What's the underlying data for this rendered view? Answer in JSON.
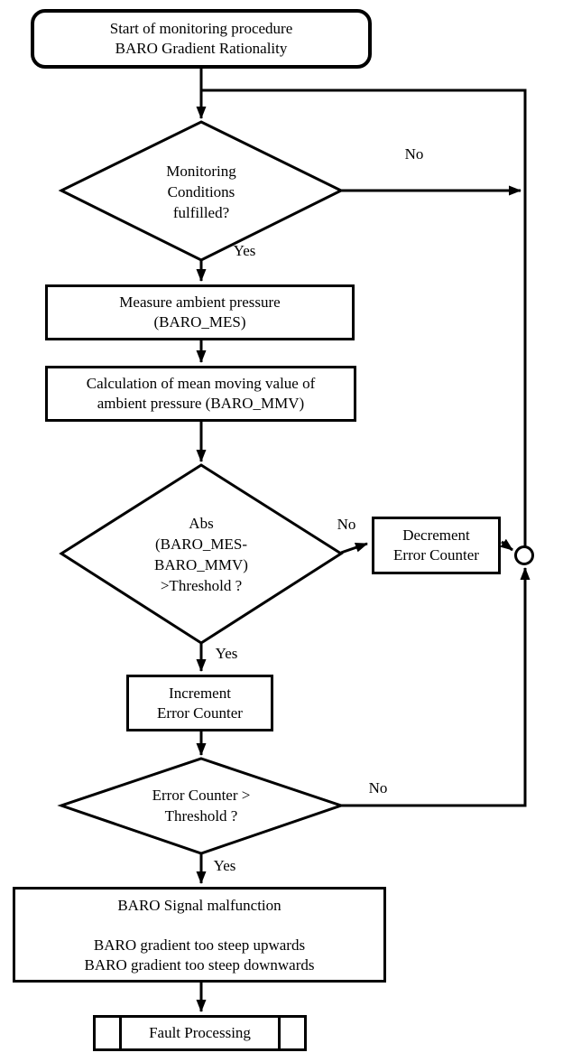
{
  "flowchart": {
    "nodes": {
      "start": "Start of monitoring procedure\nBARO Gradient Rationality",
      "monitoring_conditions": "Monitoring\nConditions\nfulfilled?",
      "measure_pressure": "Measure ambient pressure\n(BARO_MES)",
      "calc_mean_moving": "Calculation of mean moving value of\nambient pressure (BARO_MMV)",
      "abs_check": "Abs\n(BARO_MES-\nBARO_MMV)\n>Threshold ?",
      "decrement_counter": "Decrement\nError Counter",
      "increment_counter": "Increment\nError Counter",
      "counter_check": "Error Counter >\nThreshold ?",
      "malfunction": "BARO Signal malfunction\n\nBARO gradient too steep upwards\nBARO gradient too steep downwards",
      "fault_processing": "Fault Processing"
    },
    "edge_labels": {
      "monitoring_no": "No",
      "monitoring_yes": "Yes",
      "abs_no": "No",
      "abs_yes": "Yes",
      "counter_no": "No",
      "counter_yes": "Yes"
    },
    "colors": {
      "stroke": "#000000",
      "background": "#ffffff",
      "text": "#000000"
    }
  }
}
